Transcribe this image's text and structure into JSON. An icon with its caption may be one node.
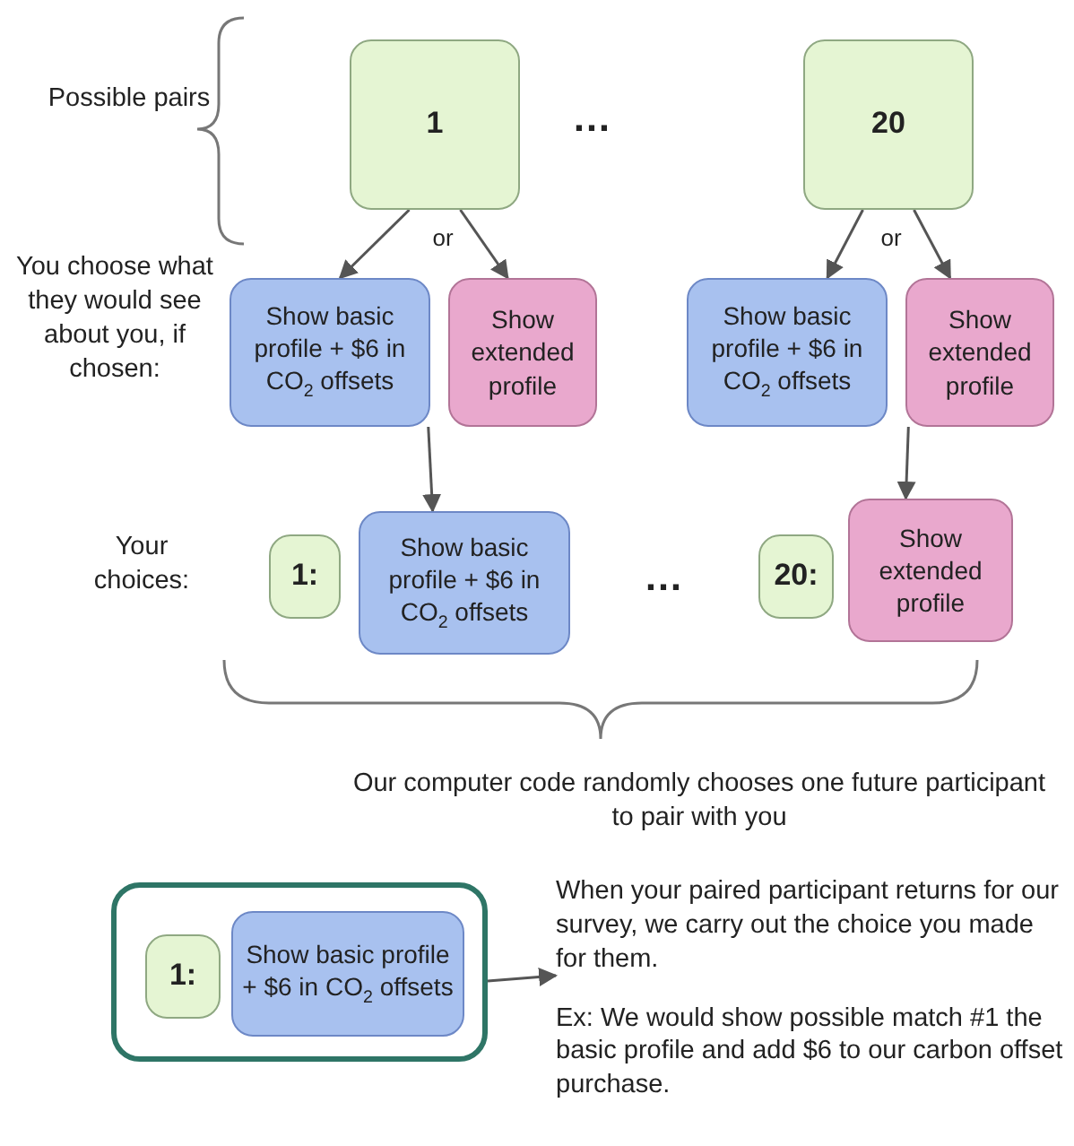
{
  "diagram": {
    "nodes": [
      {
        "text": [
          "1"
        ]
      },
      {
        "text": [
          "20"
        ]
      },
      {
        "text": [
          "Show basic profile + $6 in CO$_{2}$ offsets"
        ]
      },
      {
        "text": [
          "Show extended profile"
        ]
      },
      {
        "text": [
          "Show basic profile + $6 in CO$_{2}$ offsets"
        ]
      },
      {
        "text": [
          "Show extended profile"
        ]
      },
      {
        "text": [
          "1:"
        ]
      },
      {
        "text": [
          "Show basic profile + $6 in CO$_{2}$ offsets"
        ]
      },
      {
        "text": [
          "20:"
        ]
      },
      {
        "text": [
          "Show extended profile"
        ]
      },
      {
        "text": [],
        "shape": "box"
      },
      {
        "text": [
          "1:"
        ],
        "in": 10
      },
      {
        "text": [
          "Show basic profile + $6 in CO$_{2}$ offsets"
        ],
        "in": 10
      },
      {
        "text": [
          "When your paired participant returns for our survey, we carry out the choice you made for them.",
          "Ex: We would show possible match #1 the basic profile and add $6 to our carbon offset purchase."
        ]
      }
    ],
    "edges": [
      {
        "from": 0,
        "to": 2,
        "arrow": "to"
      },
      {
        "from": 0,
        "to": 3,
        "arrow": "to"
      },
      {
        "from": 1,
        "to": 4,
        "arrow": "to"
      },
      {
        "from": 1,
        "to": 5,
        "arrow": "to"
      },
      {
        "from": 2,
        "to": 7,
        "arrow": "to"
      },
      {
        "from": 5,
        "to": 9,
        "arrow": "to"
      },
      {
        "from": 10,
        "to": 13,
        "arrow": "to"
      }
    ],
    "labels": [
      "Possible pairs",
      "…",
      "You choose what they would see about you, if chosen:",
      "or",
      "or",
      "Your choices:",
      "…",
      "Our computer code randomly chooses one future participant to pair with you"
    ]
  }
}
